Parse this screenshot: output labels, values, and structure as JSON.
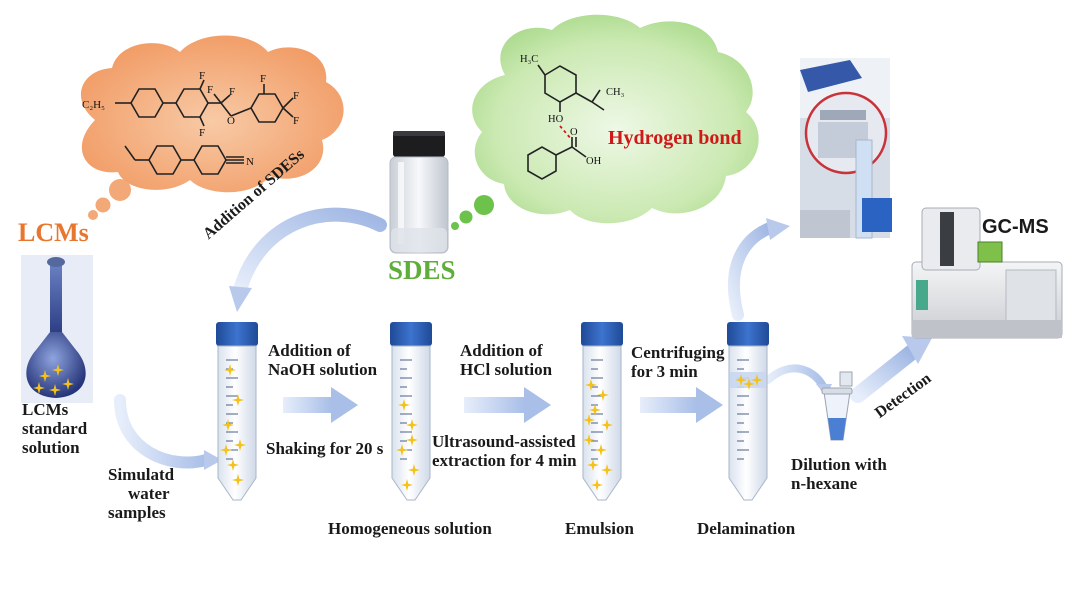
{
  "labels": {
    "lcms_title": "LCMs",
    "lcms_standard_solution": [
      "LCMs",
      "standard",
      "solution"
    ],
    "simulated_water_samples": [
      "Simulatd",
      "water",
      "samples"
    ],
    "addition_of_sdess": "Addition of SDESs",
    "sdes": "SDES",
    "hydrogen_bond": "Hydrogen bond",
    "addition_naoh": [
      "Addition of",
      "NaOH solution"
    ],
    "shaking": "Shaking for 20 s",
    "addition_hcl": [
      "Addition of",
      "HCl solution"
    ],
    "ultrasound": [
      "Ultrasound-assisted",
      "extraction for 4 min"
    ],
    "centrifuging": [
      "Centrifuging",
      "for 3 min"
    ],
    "homogeneous_solution": "Homogeneous solution",
    "emulsion": "Emulsion",
    "delamination": "Delamination",
    "dilution": [
      "Dilution with",
      "n-hexane"
    ],
    "detection": "Detection",
    "gcms": "GC-MS"
  },
  "molecules": {
    "lcm1_substituent": "C₂H₅",
    "lcm1_fluorine": "F",
    "lcm1_oxygen": "O",
    "lcm2_nitrile": "N",
    "thymol_methyl": "H₃C",
    "thymol_isopropyl_ch3": "CH₃",
    "thymol_hydroxyl": "HO",
    "benzoic_carbonyl_o": "O",
    "benzoic_hydroxyl": "OH"
  },
  "colors": {
    "lcm_cloud": "#f4b58c",
    "sdes_cloud": "#bfe6a4",
    "lcms_label": "#e8762e",
    "sdes_label": "#5fae3a",
    "hydrogen_bond_label": "#d01818",
    "arrow": "#b8c9ec",
    "tube_cap": "#2f62b8",
    "particles": "#f4c21a"
  }
}
